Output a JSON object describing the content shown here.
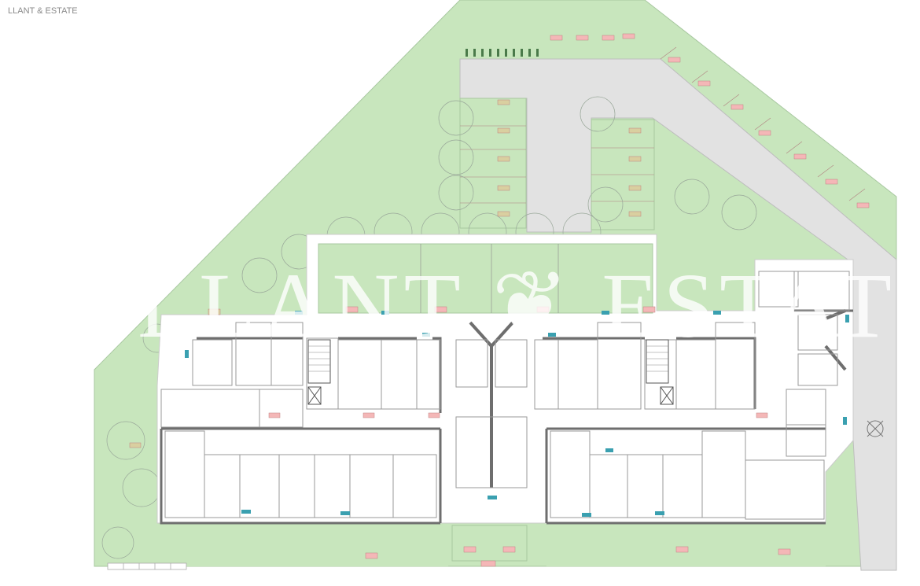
{
  "plan": {
    "type": "site floor plan",
    "watermark": "LLANT & ESTATE",
    "watermark_left": "LLANT",
    "watermark_symbol": "❦",
    "watermark_right": "ESTATE"
  },
  "colors": {
    "lawn": "#c8e6bd",
    "road": "#e2e2e2",
    "wall": "#6e6e6e",
    "room_line": "#9a9a9a",
    "label_pink": "#f4b7b7",
    "label_tan": "#d9cfa0",
    "window_blue": "#3aa0b0"
  }
}
